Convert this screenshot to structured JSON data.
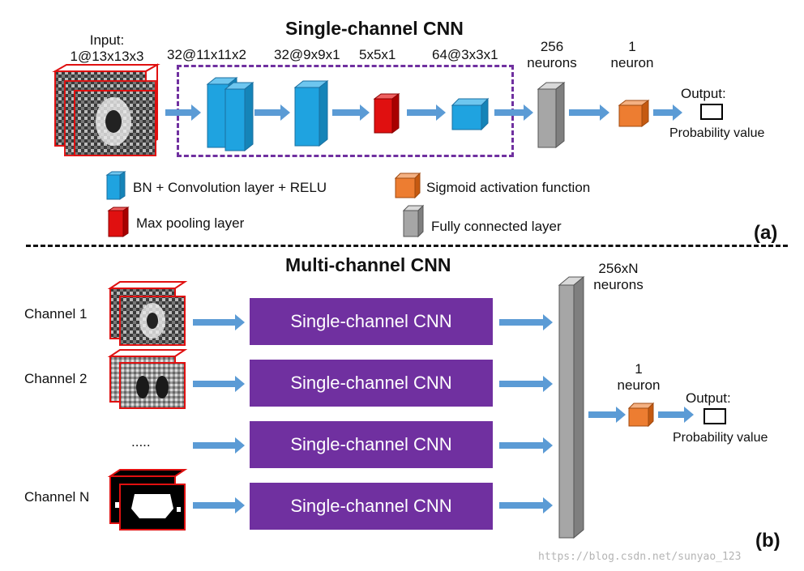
{
  "panel_a": {
    "title": "Single-channel CNN",
    "input_label_1": "Input:",
    "input_label_2": "1@13x13x3",
    "layer_labels": [
      "32@11x11x2",
      "32@9x9x1",
      "5x5x1",
      "64@3x3x1"
    ],
    "fc_label_1": "256",
    "fc_label_2": "neurons",
    "out_neuron_1": "1",
    "out_neuron_2": "neuron",
    "output_label": "Output:",
    "prob_label": "Probability value",
    "tag": "(a)"
  },
  "legend": {
    "conv": "BN + Convolution layer + RELU",
    "pool": "Max pooling layer",
    "sigmoid": "Sigmoid activation function",
    "fc": "Fully connected layer"
  },
  "panel_b": {
    "title": "Multi-channel CNN",
    "channels": [
      "Channel 1",
      "Channel 2",
      ".....",
      "Channel N"
    ],
    "box_label": "Single-channel CNN",
    "fc_label_1": "256xN",
    "fc_label_2": "neurons",
    "out_neuron_1": "1",
    "out_neuron_2": "neuron",
    "output_label": "Output:",
    "prob_label": "Probability value",
    "tag": "(b)"
  },
  "watermark": "https://blog.csdn.net/sunyao_123",
  "colors": {
    "conv": "#1fa3e0",
    "pool": "#e01010",
    "sigmoid": "#ed7d31",
    "fc": "#a6a6a6",
    "purple": "#7030a0",
    "arrow": "#5b9bd5"
  }
}
